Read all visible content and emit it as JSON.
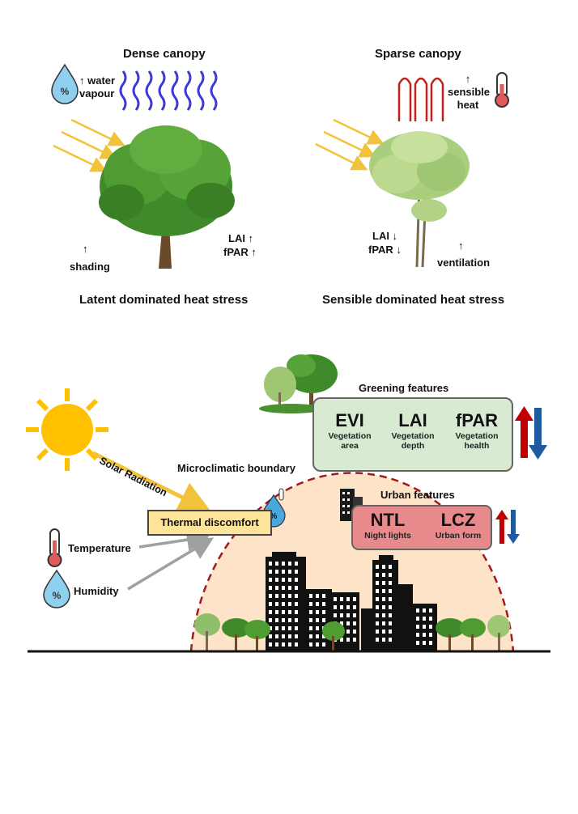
{
  "top_panel": {
    "dense_title": "Dense canopy",
    "sparse_title": "Sparse canopy",
    "water_vapour": "water vapour",
    "sensible_heat": "sensible heat",
    "lai_up": "LAI ↑",
    "fpar_up": "fPAR ↑",
    "shading": "shading",
    "lai_down": "LAI ↓",
    "fpar_down": "fPAR ↓",
    "ventilation": "ventilation",
    "latent_caption": "Latent dominated heat stress",
    "sensible_caption": "Sensible dominated heat stress",
    "up_arrow": "↑"
  },
  "bottom_panel": {
    "solar_radiation": "Solar Radiation",
    "microclimatic_boundary": "Microclimatic boundary",
    "thermal_discomfort": "Thermal discomfort",
    "temperature": "Temperature",
    "humidity": "Humidity",
    "greening_title": "Greening features",
    "greening": [
      {
        "abbr": "EVI",
        "desc1": "Vegetation",
        "desc2": "area"
      },
      {
        "abbr": "LAI",
        "desc1": "Vegetation",
        "desc2": "depth"
      },
      {
        "abbr": "fPAR",
        "desc1": "Vegetation",
        "desc2": "health"
      }
    ],
    "urban_title": "Urban features",
    "urban": [
      {
        "abbr": "NTL",
        "desc": "Night lights"
      },
      {
        "abbr": "LCZ",
        "desc": "Urban form"
      }
    ]
  },
  "colors": {
    "arrow_red": "#c00000",
    "arrow_blue": "#1f5aa0",
    "sun": "#ffc000",
    "ray": "#f2c23a",
    "vapour": "#3b3bd6",
    "heat": "#c0201e",
    "boundary": "#a31a1a",
    "boundary_fill": "#fde3c8",
    "green_box": "#d9ead3",
    "red_box": "#e8898c",
    "yellow_box": "#fde49a"
  }
}
